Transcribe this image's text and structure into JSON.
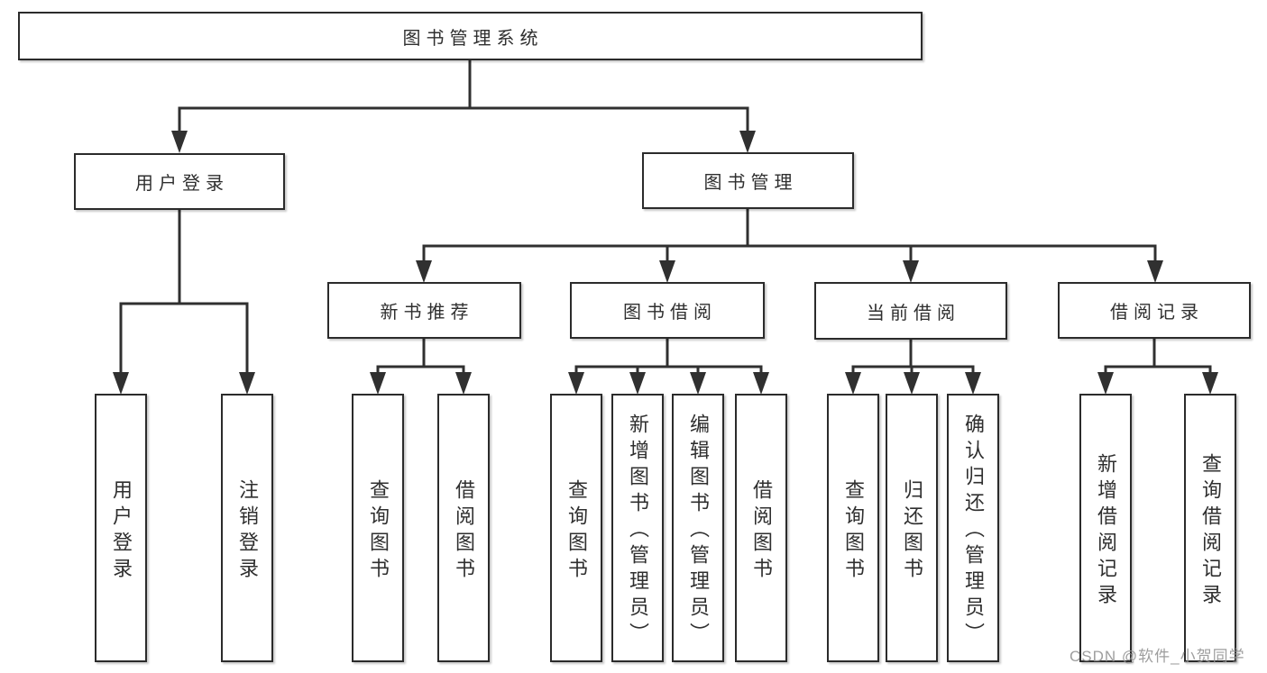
{
  "diagram": {
    "title": "图书管理系统",
    "colors": {
      "background": "#ffffff",
      "line": "#303030",
      "box_border": "#2b2b2b",
      "text": "#2f2f2f",
      "watermark": "#949494"
    },
    "root": {
      "label": "图书管理系统"
    },
    "level2": [
      {
        "label": "用户登录"
      },
      {
        "label": "图书管理"
      }
    ],
    "level3": [
      {
        "label": "新书推荐",
        "parent": "图书管理"
      },
      {
        "label": "图书借阅",
        "parent": "图书管理"
      },
      {
        "label": "当前借阅",
        "parent": "图书管理"
      },
      {
        "label": "借阅记录",
        "parent": "图书管理"
      }
    ],
    "leaves": [
      {
        "label": "用户登录",
        "parent": "用户登录"
      },
      {
        "label": "注销登录",
        "parent": "用户登录"
      },
      {
        "label": "查询图书",
        "parent": "新书推荐"
      },
      {
        "label": "借阅图书",
        "parent": "新书推荐"
      },
      {
        "label": "查询图书",
        "parent": "图书借阅"
      },
      {
        "label": "新增图书（管理员）",
        "parent": "图书借阅"
      },
      {
        "label": "编辑图书（管理员）",
        "parent": "图书借阅"
      },
      {
        "label": "借阅图书",
        "parent": "图书借阅"
      },
      {
        "label": "查询图书",
        "parent": "当前借阅"
      },
      {
        "label": "归还图书",
        "parent": "当前借阅"
      },
      {
        "label": "确认归还（管理员）",
        "parent": "当前借阅"
      },
      {
        "label": "新增借阅记录",
        "parent": "借阅记录"
      },
      {
        "label": "查询借阅记录",
        "parent": "借阅记录"
      }
    ],
    "watermark": "CSDN @软件_小贺同学"
  }
}
